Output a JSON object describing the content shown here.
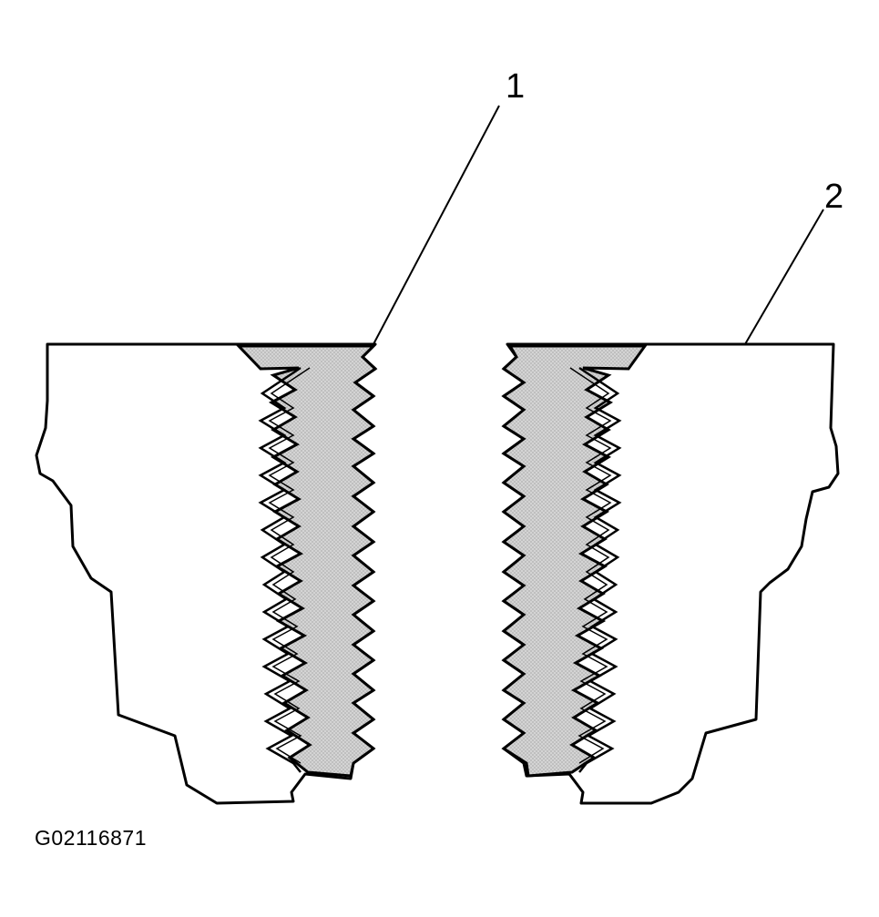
{
  "callouts": [
    {
      "label": "1"
    },
    {
      "label": "2"
    }
  ],
  "figure_id": "G02116871",
  "colors": {
    "line": "#000000",
    "insert_fill": "#c8c8c8",
    "background": "#ffffff"
  }
}
